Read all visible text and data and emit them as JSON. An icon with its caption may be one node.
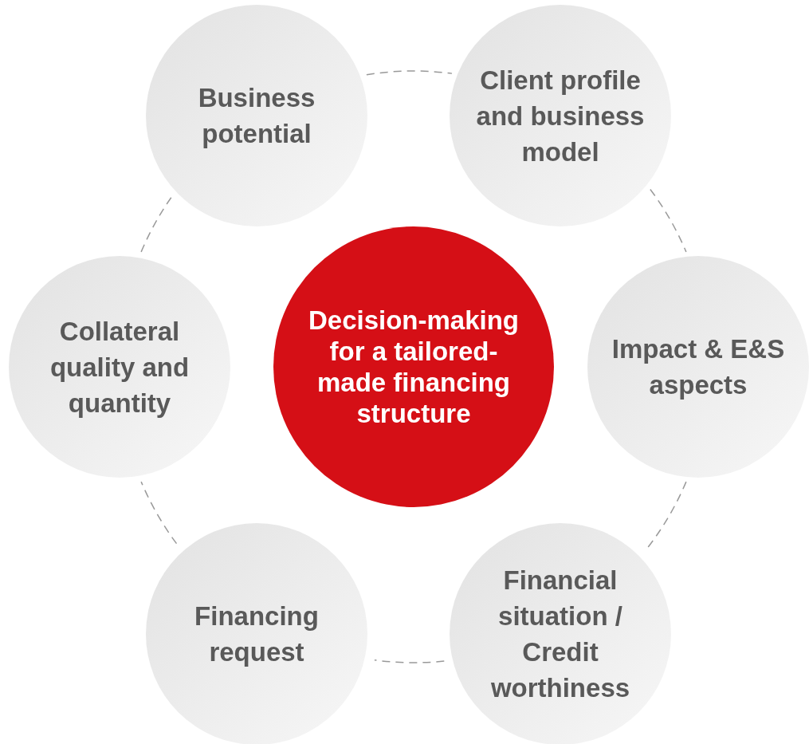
{
  "diagram": {
    "nodes": [
      {
        "text": [
          "Business potential"
        ]
      },
      {
        "text": [
          "Client profile and business model"
        ]
      },
      {
        "text": [
          "Collateral quality and quantity"
        ]
      },
      {
        "text": [
          "Decision-making for a tailored-made financing structure"
        ]
      },
      {
        "text": [
          "Impact & E&S aspects"
        ]
      },
      {
        "text": [
          "Financing request"
        ]
      },
      {
        "text": [
          "Financial situation / Credit worthiness"
        ]
      }
    ],
    "edges": [
      {
        "from": 0,
        "to": 1,
        "arrow": "none",
        "style": "dashed"
      },
      {
        "from": 1,
        "to": 4,
        "arrow": "none",
        "style": "dashed"
      },
      {
        "from": 4,
        "to": 6,
        "arrow": "none",
        "style": "dashed"
      },
      {
        "from": 6,
        "to": 5,
        "arrow": "none",
        "style": "dashed"
      },
      {
        "from": 5,
        "to": 2,
        "arrow": "none",
        "style": "dashed"
      },
      {
        "from": 2,
        "to": 0,
        "arrow": "none",
        "style": "dashed"
      }
    ]
  }
}
